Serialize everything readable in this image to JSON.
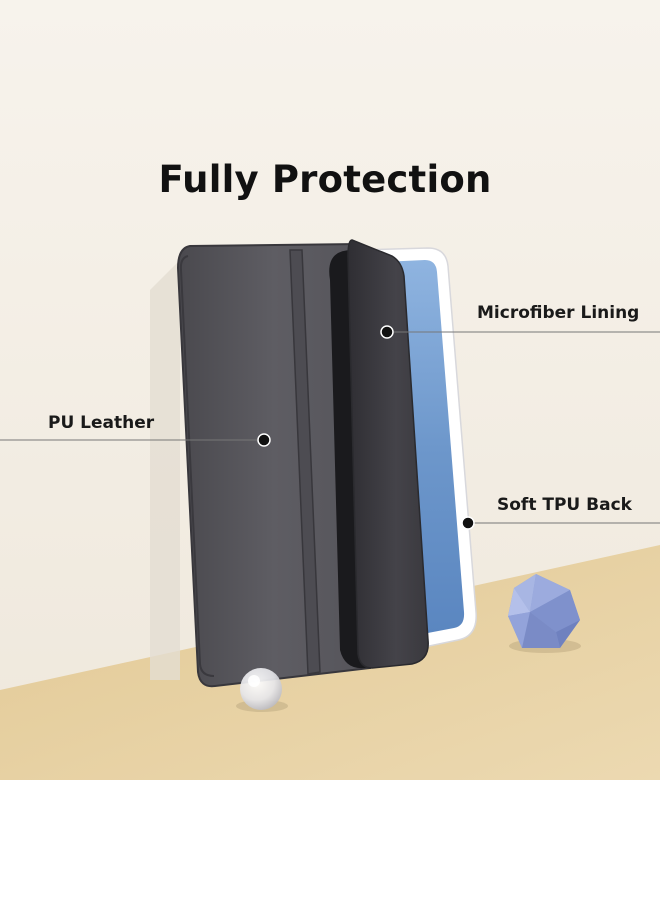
{
  "title": "Fully Protection",
  "callouts": [
    {
      "id": "pu-leather",
      "label": "PU Leather"
    },
    {
      "id": "microfiber-lining",
      "label": "Microfiber Lining"
    },
    {
      "id": "soft-tpu-back",
      "label": "Soft TPU Back"
    }
  ],
  "colors": {
    "wall": "#f3ede4",
    "floor": "#e7cf9f",
    "case": "#58575c",
    "case_edge": "#2e2e32",
    "flap": "#3a393f",
    "screen": "#6b96c9",
    "accent_ball": "#8fa0d6"
  }
}
